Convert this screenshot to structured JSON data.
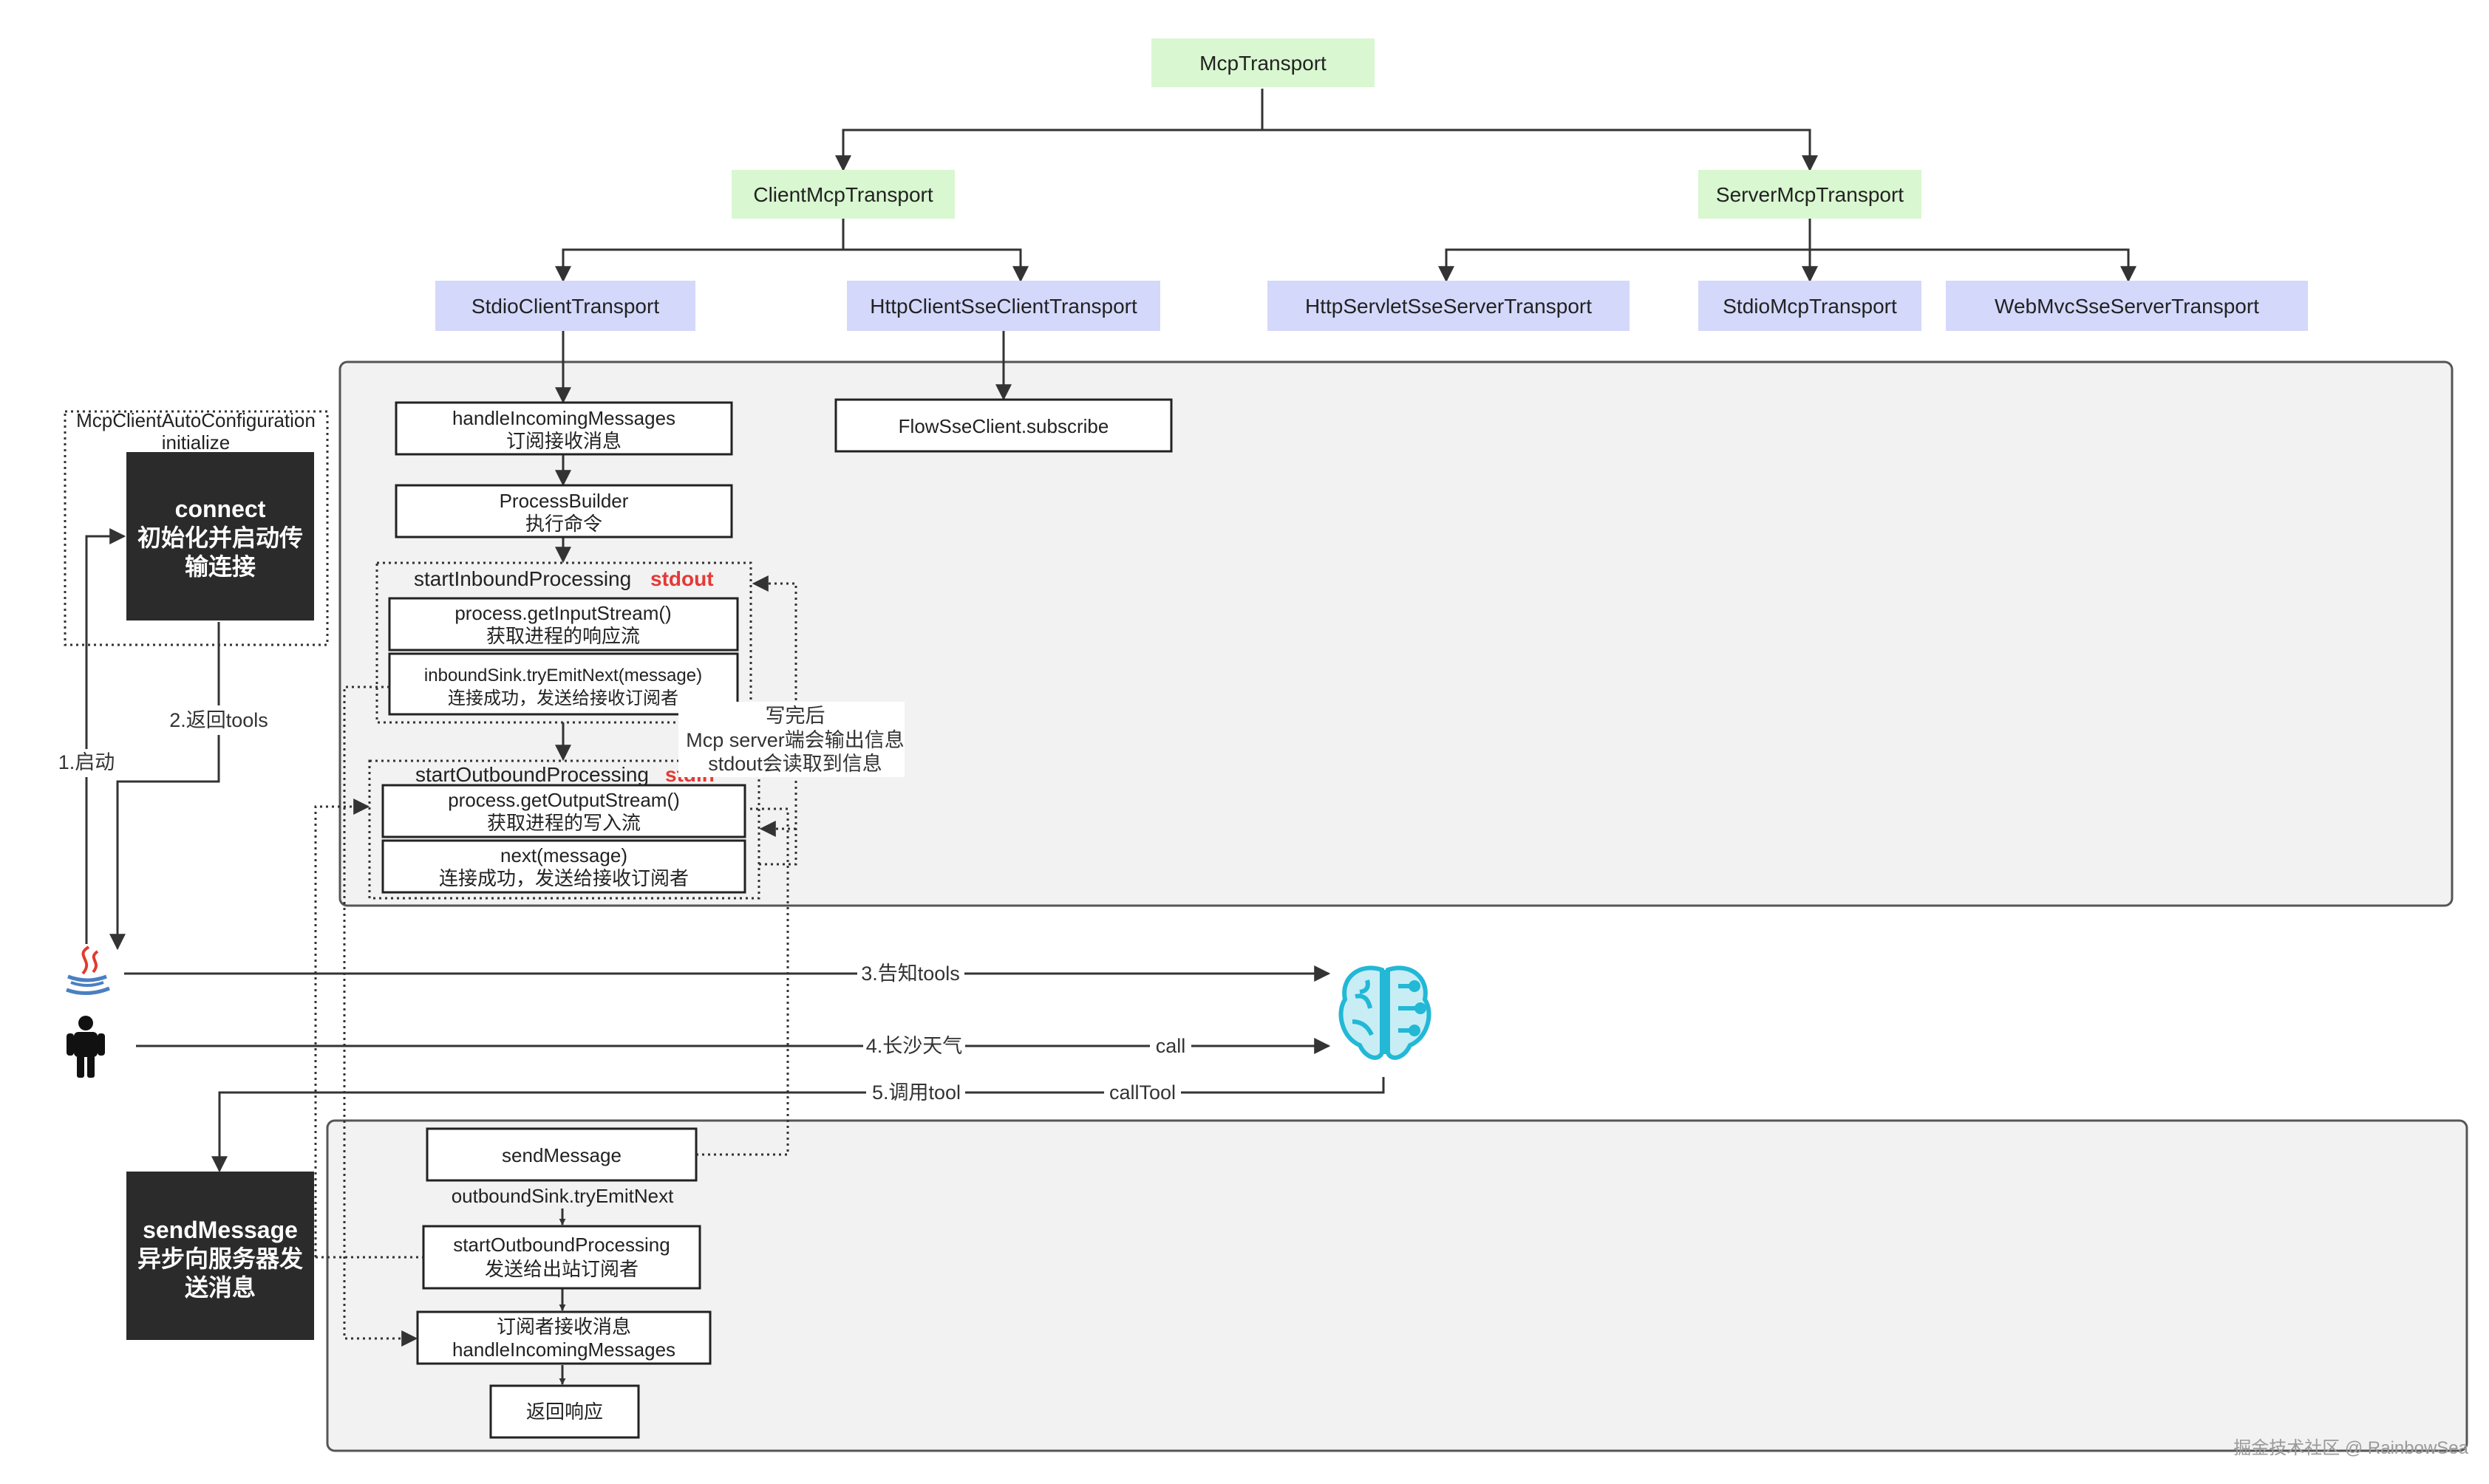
{
  "colors": {
    "green_node": "#d9f7d0",
    "purple_node": "#d4d8fb",
    "panel_fill": "#f2f2f2",
    "dark_node": "#2b2b2b",
    "stdout_stdin_red": "#e53935",
    "brain_icon_color": "#22b8d6",
    "java_icon_red": "#e23b2e",
    "java_icon_blue": "#4a7fc1"
  },
  "hierarchy": {
    "root": "McpTransport",
    "client": "ClientMcpTransport",
    "server": "ServerMcpTransport",
    "stdio_client": "StdioClientTransport",
    "http_client": "HttpClientSseClientTransport",
    "servlet_server": "HttpServletSseServerTransport",
    "stdio_server": "StdioMcpTransport",
    "webmvc_server": "WebMvcSseServerTransport"
  },
  "connect_flow": {
    "handle_incoming": {
      "line1": "handleIncomingMessages",
      "line2": "订阅接收消息"
    },
    "flow_sse": "FlowSseClient.subscribe",
    "process_builder": {
      "line1": "ProcessBuilder",
      "line2": "执行命令"
    },
    "inbound_group": {
      "title": "startInboundProcessing",
      "tag": "stdout"
    },
    "get_input_stream": {
      "line1": "process.getInputStream()",
      "line2": "获取进程的响应流"
    },
    "inbound_sink": {
      "line1": "inboundSink.tryEmitNext(message)",
      "line2": "连接成功，发送给接收订阅者"
    },
    "outbound_group": {
      "title": "startOutboundProcessing",
      "tag": "stdin"
    },
    "get_output_stream": {
      "line1": "process.getOutputStream()",
      "line2": "获取进程的写入流"
    },
    "next_message": {
      "line1": "next(message)",
      "line2": "连接成功，发送给接收订阅者"
    },
    "write_note": {
      "line1": "写完后",
      "line2": "Mcp server端会输出信息",
      "line3": "stdout会读取到信息"
    }
  },
  "autoconfig": {
    "line1": "McpClientAutoConfiguration",
    "line2": "initialize"
  },
  "connect_node": {
    "line1": "connect",
    "line2": "初始化并启动传",
    "line3": "输连接"
  },
  "edge_labels": {
    "return_tools": "2.返回tools",
    "start": "1.启动",
    "notify_tools": "3.告知tools",
    "weather": "4.长沙天气",
    "call": "call",
    "call_tool_step": "5.调用tool",
    "call_tool": "callTool"
  },
  "send_node": {
    "line1": "sendMessage",
    "line2": "异步向服务器发",
    "line3": "送消息"
  },
  "send_flow": {
    "send_message": "sendMessage",
    "outbound_emit": "outboundSink.tryEmitNext",
    "start_outbound": {
      "line1": "startOutboundProcessing",
      "line2": "发送给出站订阅者"
    },
    "subscriber_receive": {
      "line1": "订阅者接收消息",
      "line2": "handleIncomingMessages"
    },
    "return_response": "返回响应"
  },
  "icons": {
    "java": "java-icon",
    "person": "person-icon",
    "brain": "brain-icon"
  },
  "watermark": "掘金技术社区 @ RainbowSea"
}
